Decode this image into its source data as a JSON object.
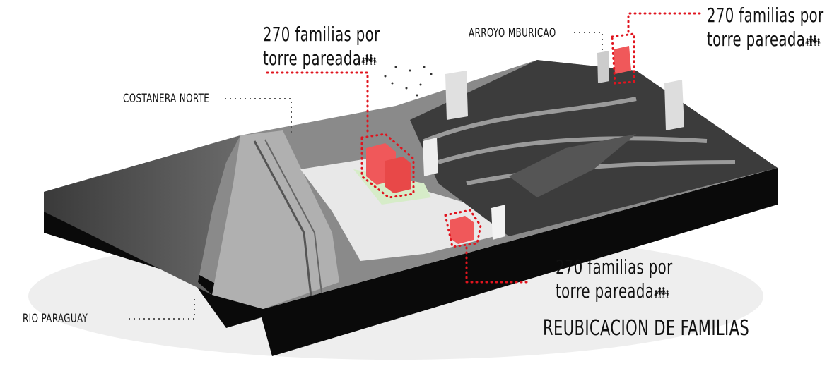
{
  "labels": {
    "costanera": "COSTANERA NORTE",
    "arroyo": "ARROYO MBURICAO",
    "rio": "RIO PARAGUAY",
    "title": "REUBICACION DE FAMILIAS"
  },
  "callouts": [
    {
      "line1": "270 familias por",
      "line2": "torre pareada",
      "icon": "family-icon"
    },
    {
      "line1": "270 familias por",
      "line2": "torre pareada",
      "icon": "family-icon"
    },
    {
      "line1": "270 familias por",
      "line2": "torre pareada",
      "icon": "family-icon"
    }
  ],
  "colors": {
    "accent": "#e0141e",
    "building": "#f0585a",
    "slab": "#0a0a0a"
  }
}
